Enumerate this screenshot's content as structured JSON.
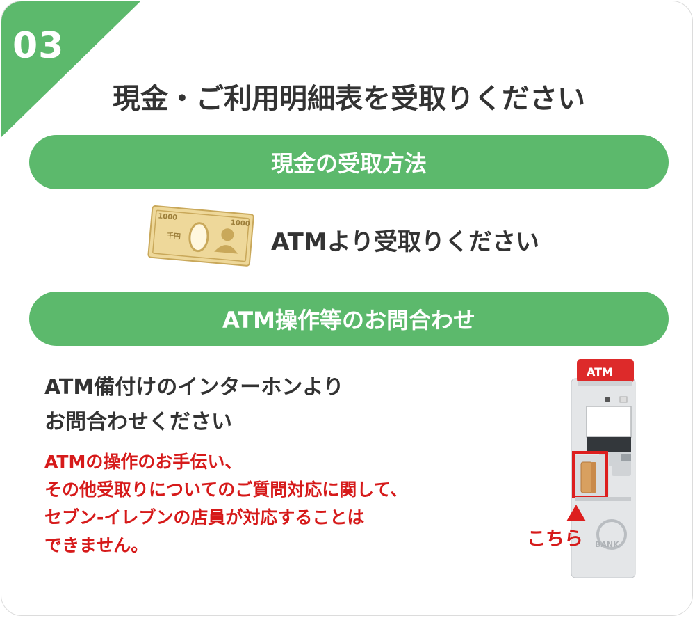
{
  "step": {
    "number": "03"
  },
  "title": "現金・ご利用明細表を受取りください",
  "cash_section": {
    "header": "現金の受取方法",
    "text": "ATMより受取りください",
    "bill": {
      "denomination_left": "1000",
      "denomination_right": "1000",
      "label": "千円"
    }
  },
  "contact_section": {
    "header": "ATM操作等のお問合わせ",
    "text_lines": [
      "ATM備付けのインターホンより",
      "お問合わせください"
    ],
    "note_lines": [
      "ATMの操作のお手伝い、",
      "その他受取りについてのご質問対応に関して、",
      "セブン-イレブンの店員が対応することは",
      "できません。"
    ],
    "atm": {
      "sign": "ATM",
      "bank_mark": "BANK"
    },
    "pointer_label": "こちら"
  },
  "colors": {
    "green": "#5cb96c",
    "red": "#d61a1a",
    "text_dark": "#333333",
    "bill_gold": "#e8cf88"
  },
  "icons": [
    "banknote-icon",
    "atm-machine-image",
    "arrow-up-icon"
  ]
}
